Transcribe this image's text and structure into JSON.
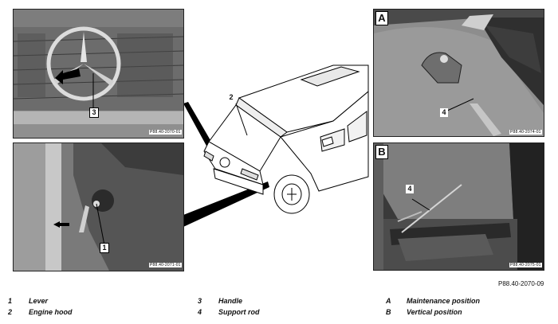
{
  "panels": {
    "top_left": {
      "callout": "3",
      "code": "P88.40-2070-01"
    },
    "bottom_left": {
      "callout": "1",
      "code": "P88.40-2071-01"
    },
    "top_right": {
      "letter": "A",
      "callout": "4",
      "code": "P88.40-2074-01"
    },
    "bottom_right": {
      "letter": "B",
      "callout": "4",
      "code": "P88.40-2075-01"
    }
  },
  "car": {
    "callout": "2"
  },
  "figure_number": "P88.40-2070-09",
  "legend": [
    {
      "key": "1",
      "text": "Lever"
    },
    {
      "key": "2",
      "text": "Engine hood"
    },
    {
      "key": "3",
      "text": "Handle"
    },
    {
      "key": "4",
      "text": "Support rod"
    },
    {
      "key": "A",
      "text": "Maintenance position"
    },
    {
      "key": "B",
      "text": "Vertical position"
    }
  ]
}
